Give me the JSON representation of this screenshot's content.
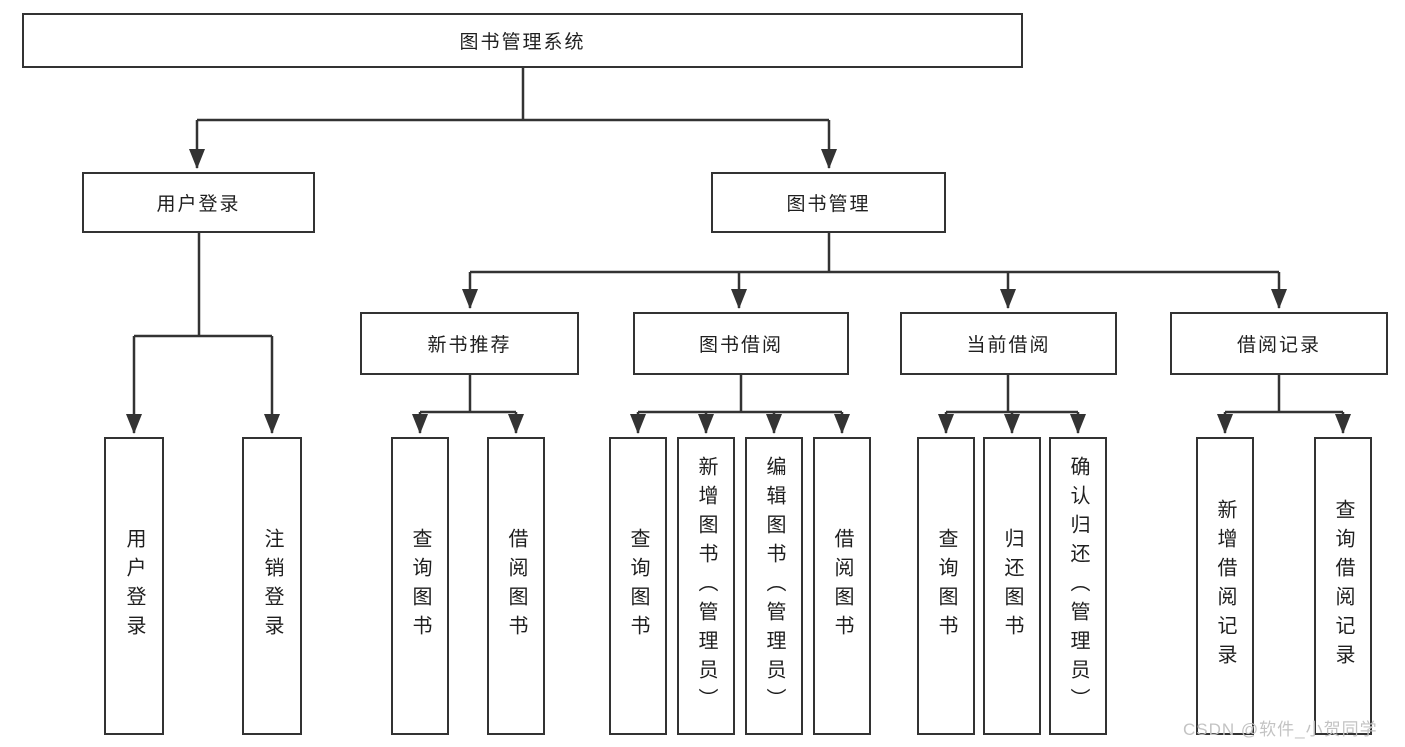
{
  "diagram": {
    "title": "图书管理系统",
    "level2": [
      {
        "label": "用户登录"
      },
      {
        "label": "图书管理"
      }
    ],
    "level3": [
      {
        "label": "新书推荐",
        "parent": "图书管理"
      },
      {
        "label": "图书借阅",
        "parent": "图书管理"
      },
      {
        "label": "当前借阅",
        "parent": "图书管理"
      },
      {
        "label": "借阅记录",
        "parent": "图书管理"
      }
    ],
    "leaves": [
      {
        "label": "用户登录",
        "parent": "用户登录"
      },
      {
        "label": "注销登录",
        "parent": "用户登录"
      },
      {
        "label": "查询图书",
        "parent": "新书推荐"
      },
      {
        "label": "借阅图书",
        "parent": "新书推荐"
      },
      {
        "label": "查询图书",
        "parent": "图书借阅"
      },
      {
        "label": "新增图书（管理员）",
        "parent": "图书借阅"
      },
      {
        "label": "编辑图书（管理员）",
        "parent": "图书借阅"
      },
      {
        "label": "借阅图书",
        "parent": "图书借阅"
      },
      {
        "label": "查询图书",
        "parent": "当前借阅"
      },
      {
        "label": "归还图书",
        "parent": "当前借阅"
      },
      {
        "label": "确认归还（管理员）",
        "parent": "当前借阅"
      },
      {
        "label": "新增借阅记录",
        "parent": "借阅记录"
      },
      {
        "label": "查询借阅记录",
        "parent": "借阅记录"
      }
    ],
    "colors": {
      "line": "#333333",
      "box_border": "#333333",
      "text": "#1f1f1f",
      "background": "#ffffff",
      "watermark": "#c3c3c3"
    }
  },
  "watermark": {
    "text": "CSDN @软件_小贺同学"
  }
}
